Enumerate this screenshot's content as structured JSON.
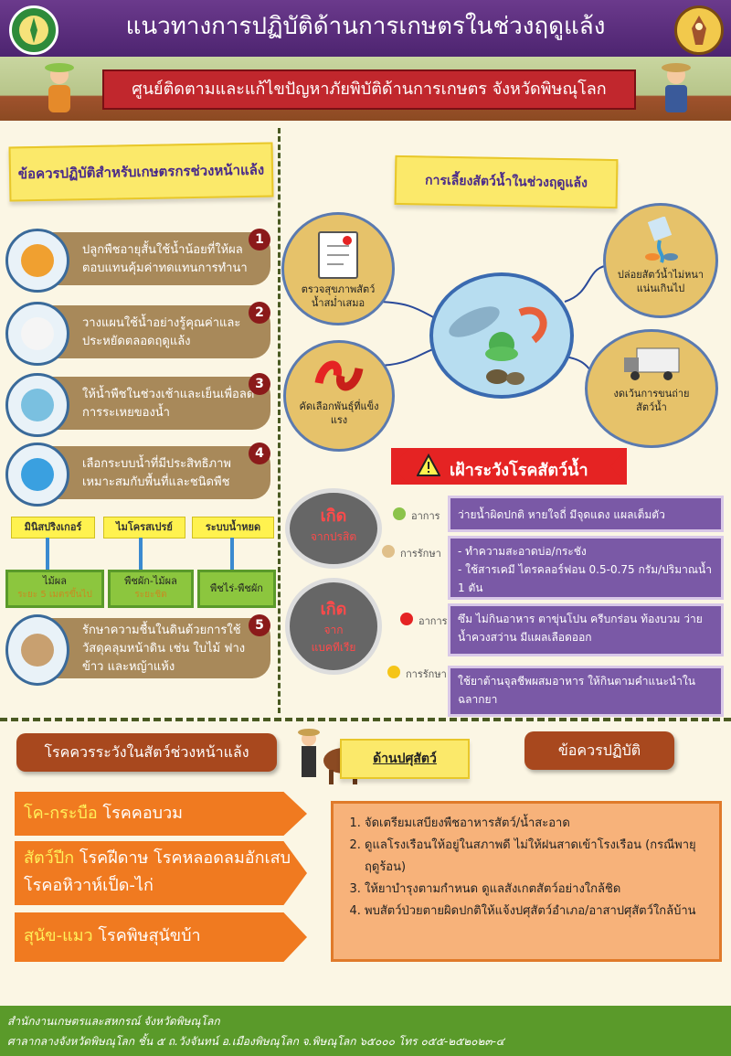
{
  "header": {
    "title": "แนวทางการปฏิบัติด้านการเกษตรในช่วงฤดูแล้ง",
    "subtitle": "ศูนย์ติดตามและแก้ไขปัญหาภัยพิบัติด้านการเกษตร จังหวัดพิษณุโลก"
  },
  "farmer_section": {
    "title": "ข้อควรปฏิบัติสำหรับเกษตรกรช่วงหน้าแล้ง",
    "tips": [
      {
        "num": "1",
        "text": "ปลูกพืชอายุสั้นใช้น้ำน้อยที่ให้ผลตอบแทนคุ้มค่าทดแทนการทำนา",
        "icon": "vegetables-icon"
      },
      {
        "num": "2",
        "text": "วางแผนใช้น้ำอย่างรู้คุณค่าและประหยัดตลอดฤดูแล้ง",
        "icon": "calendar-icon"
      },
      {
        "num": "3",
        "text": "ให้น้ำพืชในช่วงเช้าและเย็นเพื่อลดการระเหยของน้ำ",
        "icon": "watering-icon"
      },
      {
        "num": "4",
        "text": "เลือกระบบน้ำที่มีประสิทธิภาพเหมาะสมกับพื้นที่และชนิดพืช",
        "icon": "irrigation-icon"
      },
      {
        "num": "5",
        "text": "รักษาความชื้นในดินด้วยการใช้ วัสดุคลุมหน้าดิน เช่น ใบไม้ ฟางข้าว และหญ้าแห้ง",
        "icon": "mulch-icon"
      }
    ],
    "systems": [
      {
        "name": "มินิสปริงเกอร์",
        "use": "ไม้ผล",
        "note": "ระยะ 5 เมตรขึ้นไป"
      },
      {
        "name": "ไมโครสเปรย์",
        "use": "พืชผัก-ไม้ผล",
        "note": "ระยะชิด"
      },
      {
        "name": "ระบบน้ำหยด",
        "use": "พืชไร่-พืชผัก",
        "note": ""
      }
    ]
  },
  "aquatic_section": {
    "title": "การเลี้ยงสัตว์น้ำในช่วงฤดูแล้ง",
    "items": [
      {
        "text": "ตรวจสุขภาพสัตว์น้ำสม่ำเสมอ",
        "icon": "checklist-icon"
      },
      {
        "text": "ปล่อยสัตว์น้ำไม่หนาแน่นเกินไป",
        "icon": "release-fish-icon"
      },
      {
        "text": "คัดเลือกพันธุ์ที่แข็งแรง",
        "icon": "fish-pair-icon"
      },
      {
        "text": "งดเว้นการขนถ่ายสัตว์น้ำ",
        "icon": "truck-icon"
      }
    ]
  },
  "disease_section": {
    "title": "เฝ้าระวังโรคสัตว์น้ำ",
    "groups": [
      {
        "cause_line1": "เกิด",
        "cause_line2": "จากปรสิต",
        "symptom_label": "อาการ",
        "symptom": "ว่ายน้ำผิดปกติ หายใจถี่ มีจุดแดง แผลเต็มตัว",
        "treat_label": "การรักษา",
        "treat_1": "- ทำความสะอาดบ่อ/กระชัง",
        "treat_2": "- ใช้สารเคมี ไตรคลอร์ฟอน 0.5-0.75 กรัม/ปริมาณน้ำ 1 ตัน"
      },
      {
        "cause_line1": "เกิด",
        "cause_line2": "จาก",
        "cause_line3": "แบคทีเรีย",
        "symptom_label": "อาการ",
        "symptom": "ซึม ไม่กินอาหาร ตาขุ่นโปน ครีบกร่อน ท้องบวม ว่ายน้ำควงสว่าน มีแผลเลือดออก",
        "treat_label": "การรักษา",
        "treat": "ใช้ยาต้านจุลชีพผสมอาหาร ให้กินตามคำแนะนำในฉลากยา"
      }
    ],
    "colors": {
      "green": "#8bc34a",
      "tan": "#e0c08a",
      "red": "#e52323",
      "yellow": "#f5c518"
    }
  },
  "livestock_section": {
    "disease_title": "โรคควรระวังในสัตว์ช่วงหน้าแล้ง",
    "category": "ด้านปศุสัตว์",
    "practice_title": "ข้อควรปฏิบัติ",
    "diseases": [
      {
        "animal": "โค-กระบือ",
        "disease": " โรคคอบวม"
      },
      {
        "animal": "สัตว์ปีก",
        "disease": " โรคฝีดาษ โรคหลอดลมอักเสบ โรคอหิวาห์เป็ด-ไก่"
      },
      {
        "animal": "สุนัข-แมว",
        "disease": " โรคพิษสุนัขบ้า"
      }
    ],
    "practices": [
      "จัดเตรียมเสบียงพืชอาหารสัตว์/น้ำสะอาด",
      "ดูแลโรงเรือนให้อยู่ในสภาพดี ไม่ให้ฝนสาดเข้าโรงเรือน (กรณีพายุฤดูร้อน)",
      "ให้ยาบำรุงตามกำหนด ดูแลสังเกตสัตว์อย่างใกล้ชิด",
      "พบสัตว์ป่วยตายผิดปกติให้แจ้งปศุสัตว์อำเภอ/อาสาปศุสัตว์ใกล้บ้าน"
    ]
  },
  "footer": {
    "line1": "สำนักงานเกษตรและสหกรณ์ จังหวัดพิษณุโลก",
    "line2": "ศาลากลางจังหวัดพิษณุโลก ชั้น ๕ ถ.วังจันทน์ อ.เมืองพิษณุโลก จ.พิษณุโลก ๖๕๐๐๐ โทร ๐๕๕-๒๕๒๐๒๓-๔"
  }
}
